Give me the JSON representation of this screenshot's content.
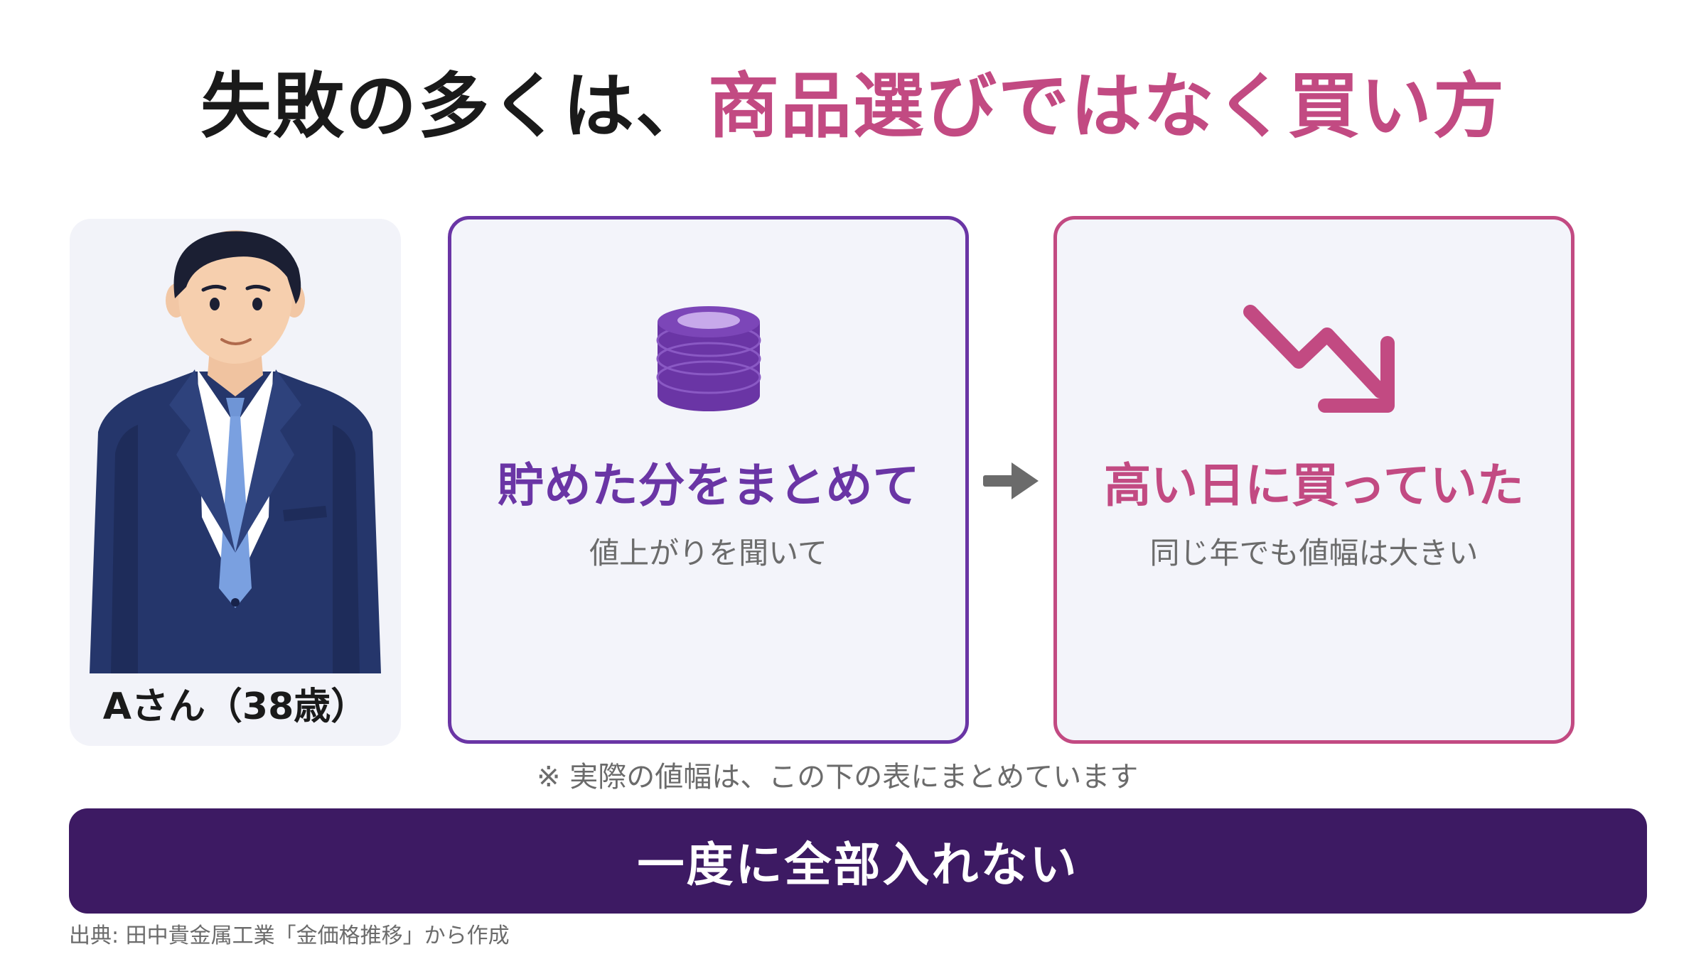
{
  "title": {
    "prefix": "失敗の多くは、",
    "highlight": "商品選びではなく買い方"
  },
  "person": {
    "label": "Aさん（38歳）",
    "figure": "businessman-illustration"
  },
  "steps": [
    {
      "heading": "貯めた分をまとめて",
      "subtext": "値上がりを聞いて",
      "icon": "coin-stack-icon"
    },
    {
      "heading": "高い日に買っていた",
      "subtext": "同じ年でも値幅は大きい",
      "icon": "trend-down-arrow-icon"
    }
  ],
  "connector_icon": "arrow-right-icon",
  "note": "※ 実際の値幅は、この下の表にまとめています",
  "banner": "一度に全部入れない",
  "source": "出典: 田中貴金属工業「金価格推移」から作成",
  "colors": {
    "accent_purple": "#6a35a5",
    "accent_pink": "#c24a82",
    "banner_bg": "#3d1a63",
    "card_bg": "#f3f4fa",
    "title_dark": "#1a1a1a",
    "muted_text": "#6b6b6b"
  }
}
